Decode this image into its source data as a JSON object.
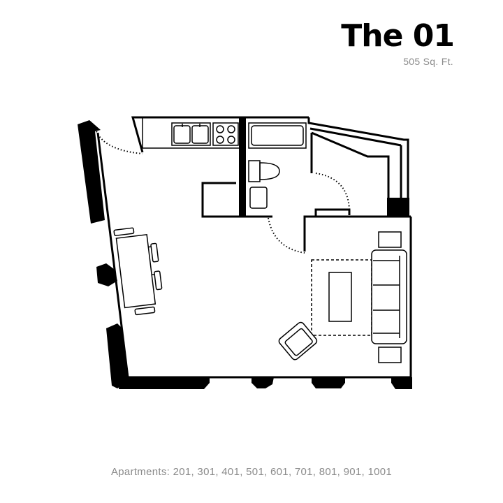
{
  "unit": {
    "name": "The 01",
    "area": "505 Sq. Ft."
  },
  "apartments_text": "Apartments: 201, 301, 401, 501, 601, 701, 801, 901, 1001",
  "colors": {
    "wall": "#000000",
    "fixture_line": "#000000",
    "subtitle_text": "#8a8a8a"
  }
}
